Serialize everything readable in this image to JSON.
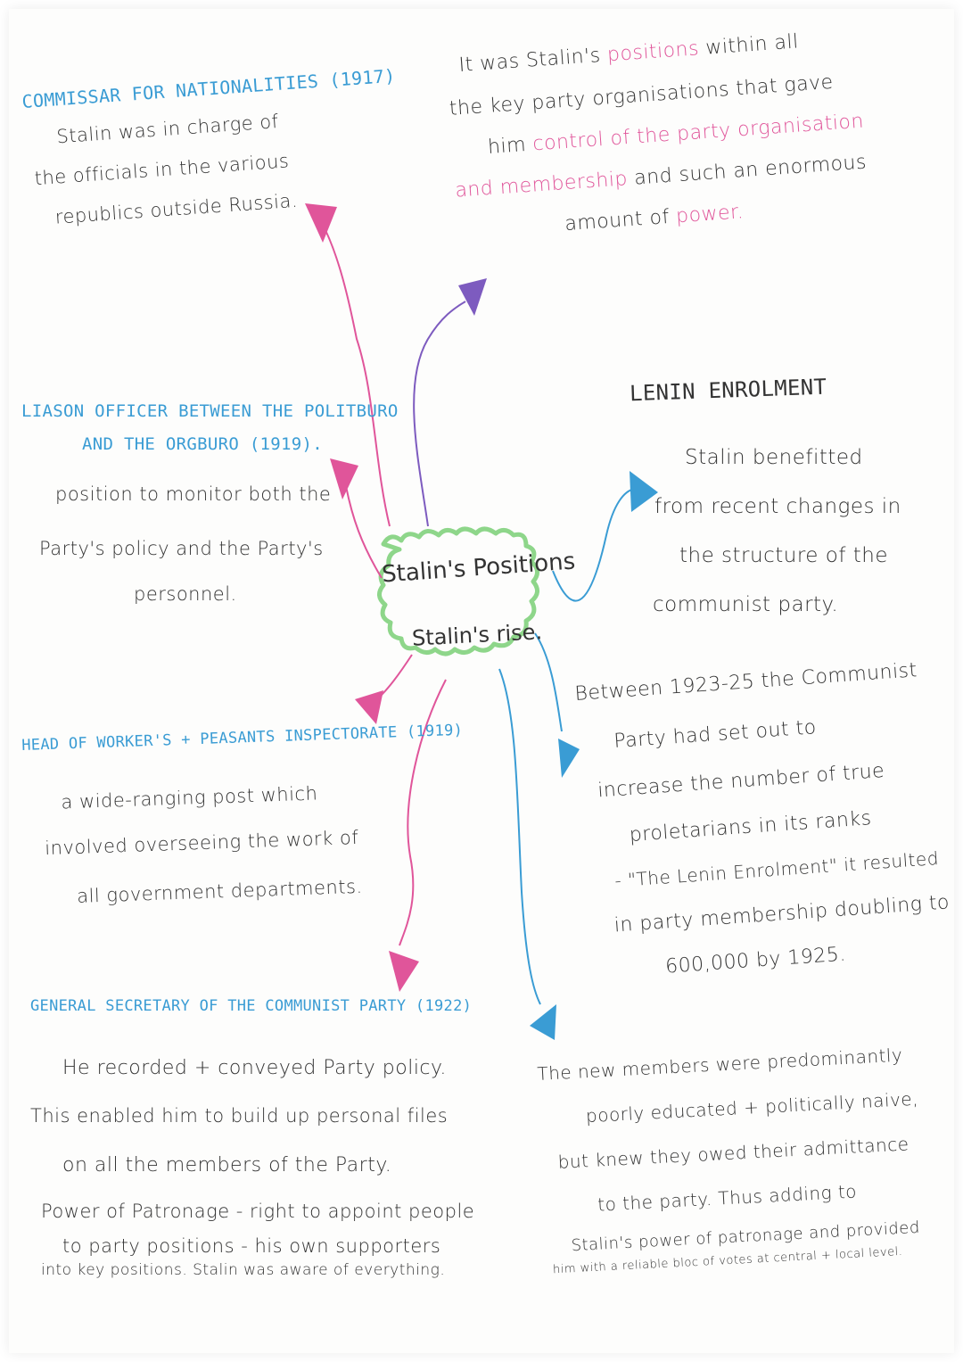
{
  "center": {
    "title": "Stalin's Positions",
    "subtitle": "Stalin's rise."
  },
  "commissar": {
    "heading": "COMMISSAR FOR NATIONALITIES (1917)",
    "lines": [
      "Stalin was in charge of",
      "the officials in the various",
      "republics outside Russia."
    ]
  },
  "positions_intro": {
    "line1": "It was Stalin's",
    "line1_hl": "positions",
    "line1_end": "within all",
    "line2": "the key party organisations that gave",
    "line3_a": "him",
    "line3_hl": "control of the party organisation",
    "line4_hl": "and membership",
    "line4_end": "and such an enormous",
    "line5_a": "amount of",
    "line5_hl": "power."
  },
  "liaison": {
    "heading_1": "LIASON OFFICER BETWEEN THE POLITBURO",
    "heading_2": "AND THE ORGBURO (1919).",
    "lines": [
      "position to monitor both the",
      "Party's policy and the Party's",
      "personnel."
    ]
  },
  "lenin": {
    "heading": "LENIN ENROLMENT",
    "lines": [
      "Stalin benefitted",
      "from recent changes in",
      "the structure of the",
      "communist party."
    ]
  },
  "head": {
    "heading": "HEAD OF WORKER'S + PEASANTS INSPECTORATE (1919)",
    "lines": [
      "a wide-ranging post which",
      "involved overseeing the work of",
      "all government departments."
    ]
  },
  "between": {
    "lines": [
      "Between 1923-25 the Communist",
      "Party had set out to",
      "increase the number of true",
      "proletarians in its ranks",
      "- \"The Lenin Enrolment\" it resulted",
      "in party membership doubling to",
      "600,000 by 1925."
    ]
  },
  "general": {
    "heading": "GENERAL SECRETARY OF THE COMMUNIST PARTY (1922)",
    "lines": [
      "He recorded + conveyed Party policy.",
      "This enabled him to build up personal files",
      "on all the members of the Party.",
      "Power of Patronage - right to appoint people",
      "to party positions - his own supporters",
      "into key positions. Stalin was aware of everything."
    ]
  },
  "members": {
    "lines": [
      "The new members were predominantly",
      "poorly educated + politically naive,",
      "but knew they owed their admittance",
      "to the party. Thus adding to",
      "Stalin's power of patronage and provided",
      "him with a reliable bloc of votes at central + local level."
    ]
  },
  "colors": {
    "blue": "#3a9cd4",
    "pink": "#e0559a",
    "purple": "#7d5bbf",
    "green": "#8ed68a",
    "ink": "#333333"
  }
}
